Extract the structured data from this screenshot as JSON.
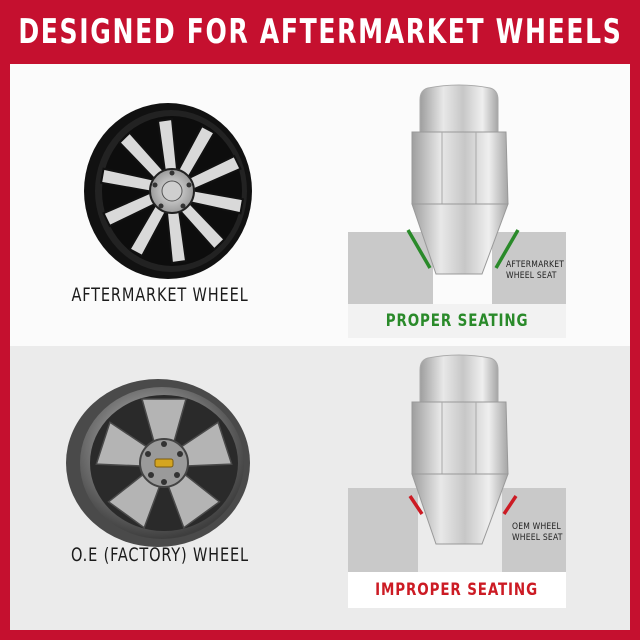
{
  "header": {
    "title": "DESIGNED FOR AFTERMARKET WHEELS"
  },
  "colors": {
    "brand_red": "#c5102f",
    "proper_green": "#2a8a2a",
    "improper_red": "#cc1b24"
  },
  "sections": [
    {
      "wheel_label": "AFTERMARKET WHEEL",
      "wheel_icon": "aftermarket-wheel-icon",
      "seat_note": [
        "AFTERMARKET",
        "WHEEL SEAT"
      ],
      "status": "PROPER SEATING"
    },
    {
      "wheel_label": "O.E (FACTORY) WHEEL",
      "wheel_icon": "factory-wheel-icon",
      "seat_note": [
        "OEM WHEEL",
        "WHEEL SEAT"
      ],
      "status": "IMPROPER SEATING"
    }
  ]
}
